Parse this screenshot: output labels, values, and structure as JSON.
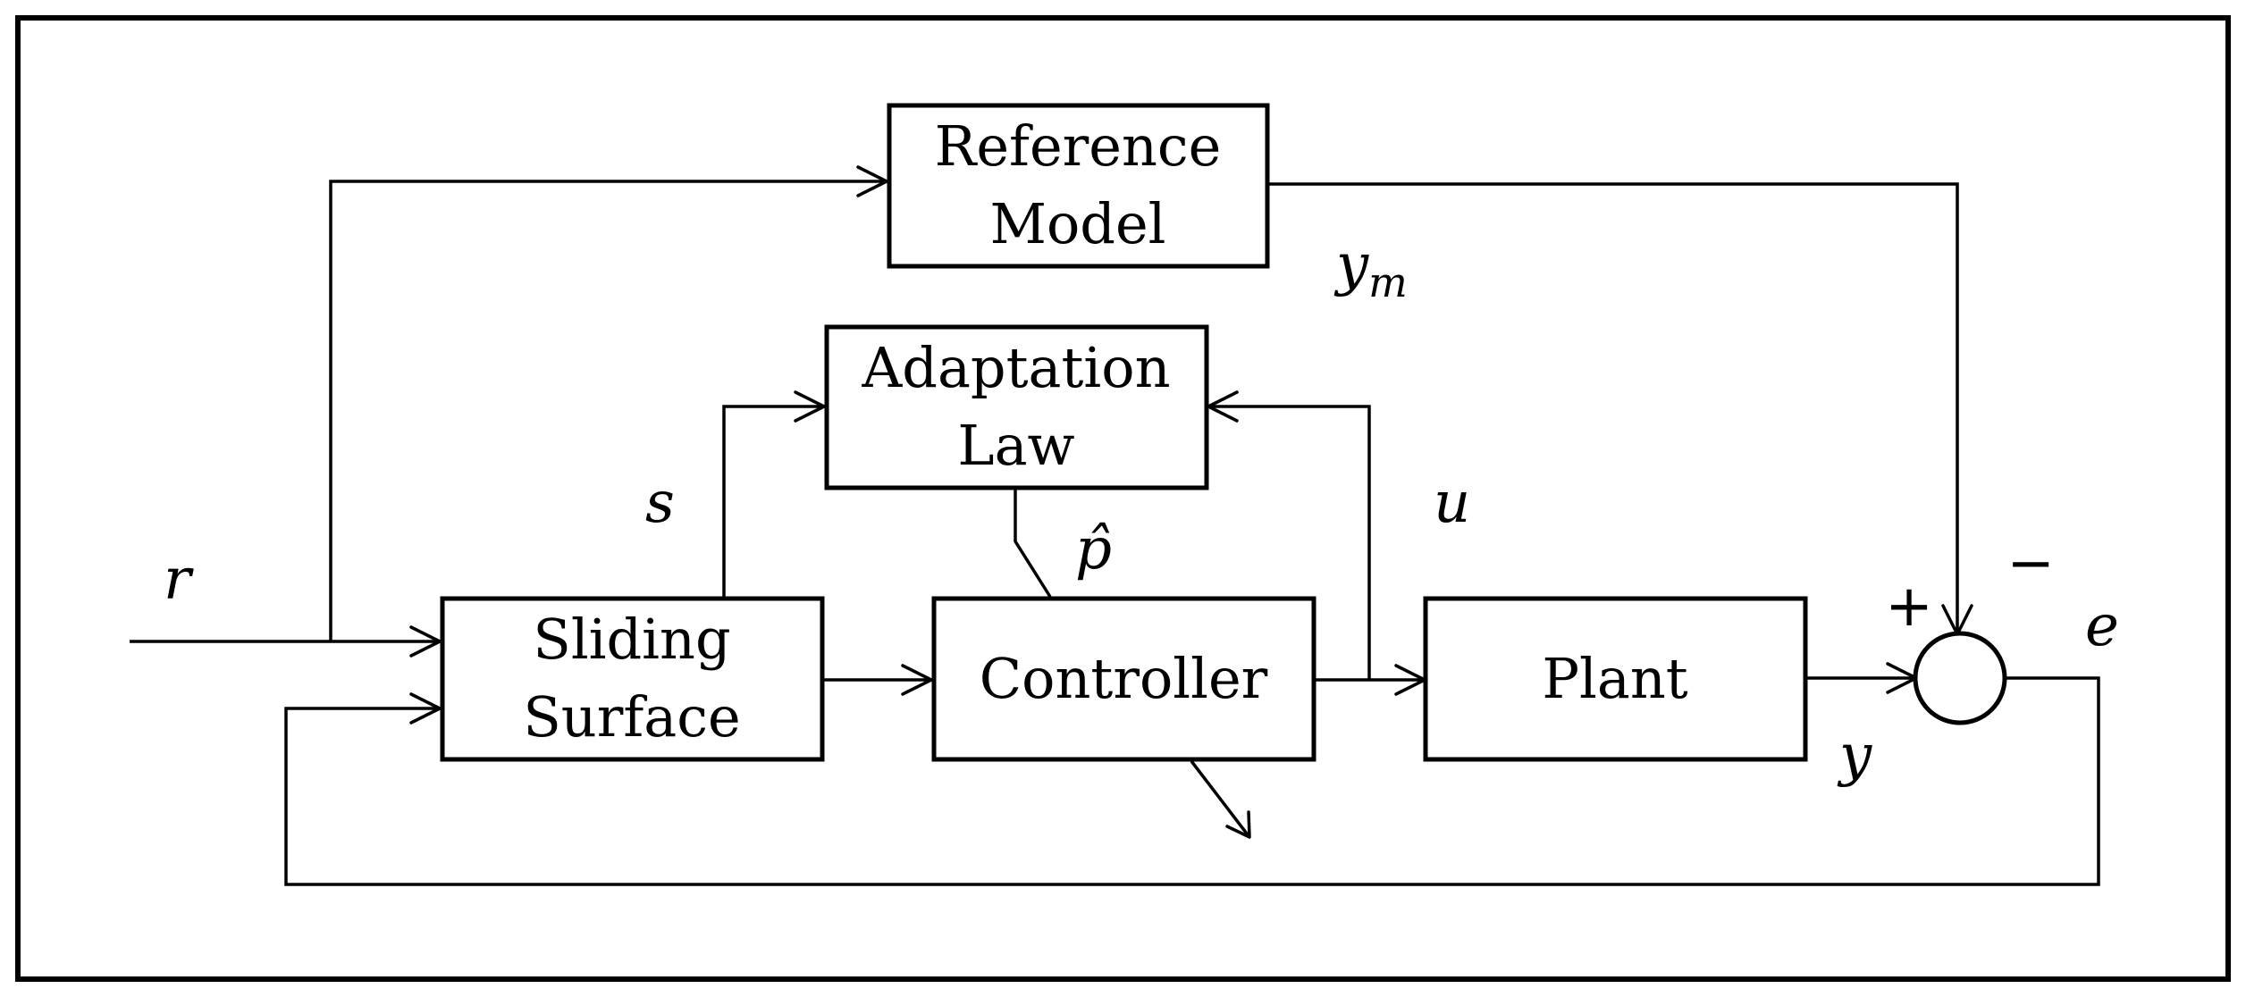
{
  "blocks": {
    "reference_model": {
      "line1": "Reference",
      "line2": "Model"
    },
    "adaptation_law": {
      "line1": "Adaptation",
      "line2": "Law"
    },
    "sliding_surface": {
      "line1": "Sliding",
      "line2": "Surface"
    },
    "controller": {
      "label": "Controller"
    },
    "plant": {
      "label": "Plant"
    }
  },
  "signals": {
    "r": "r",
    "s": "s",
    "p_hat": "p̂",
    "u": "u",
    "y": "y",
    "y_m": "y",
    "y_m_sub": "m",
    "e": "e"
  },
  "summing_junction": {
    "plus": "+",
    "minus": "−"
  }
}
